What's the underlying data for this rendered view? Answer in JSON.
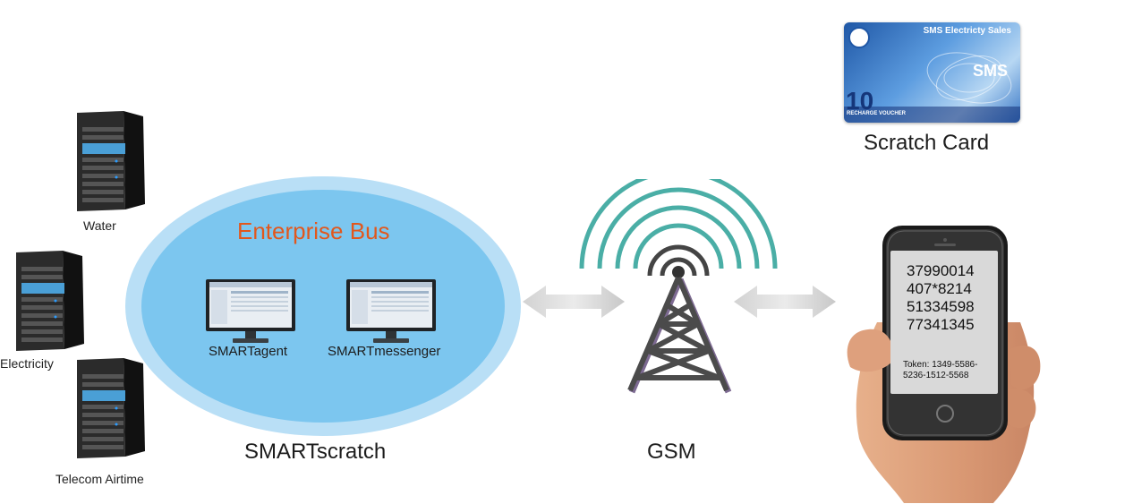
{
  "servers": [
    {
      "label": "Water"
    },
    {
      "label": "Electricity"
    },
    {
      "label": "Telecom Airtime"
    }
  ],
  "bus": {
    "title": "Enterprise Bus",
    "agent_label": "SMARTagent",
    "messenger_label": "SMARTmessenger"
  },
  "labels": {
    "smartscratch": "SMARTscratch",
    "gsm": "GSM",
    "scratch_card": "Scratch Card"
  },
  "card": {
    "title": "SMS Electricty Sales",
    "sms": "SMS",
    "value": "10",
    "subtitle": "RECHARGE VOUCHER"
  },
  "phone": {
    "codes": [
      "37990014",
      "407*8214",
      "51334598",
      "77341345"
    ],
    "token_line1": "Token: 1349-5586-",
    "token_line2": "5236-1512-5568"
  },
  "colors": {
    "ellipse_outer": "#b9dff6",
    "ellipse_inner": "#7cc6ef",
    "bus_title": "#e2571c",
    "signal_arcs": "#4aaea6",
    "tower": "#444444"
  }
}
